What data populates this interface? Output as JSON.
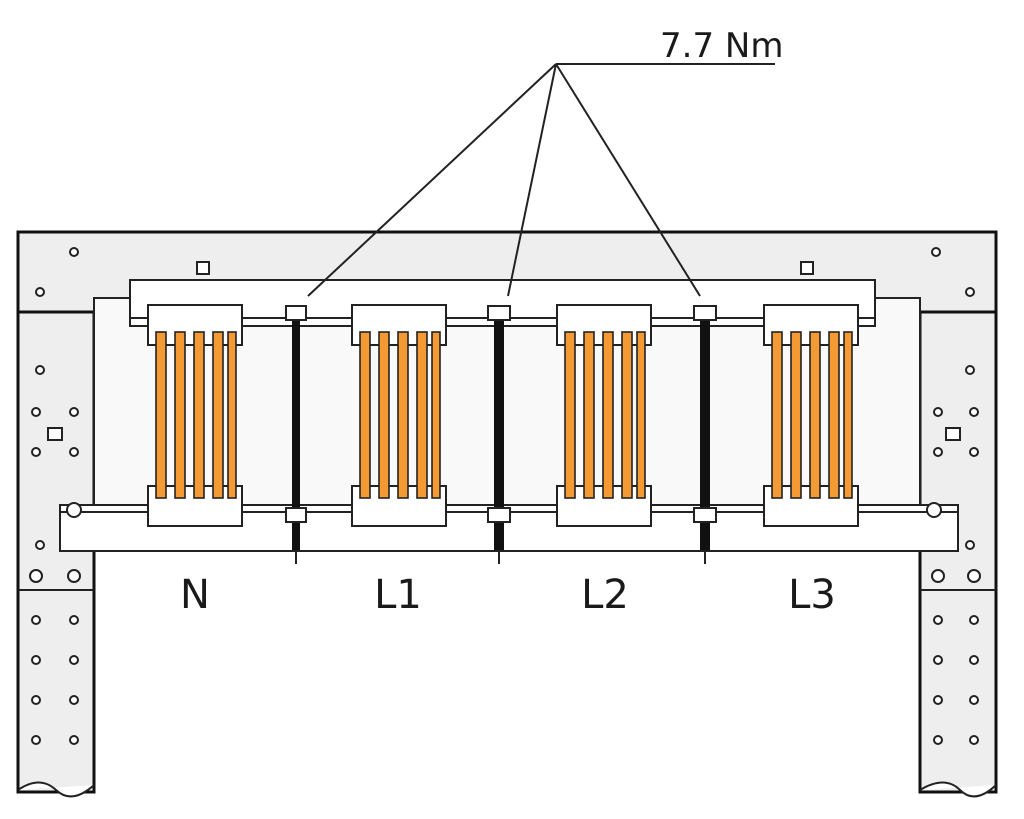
{
  "torque_label": "7.7 Nm",
  "phases": [
    "N",
    "L1",
    "L2",
    "L3"
  ],
  "colors": {
    "busbar": "#f39a34",
    "line": "#222222",
    "frame": "#eeeeee"
  }
}
